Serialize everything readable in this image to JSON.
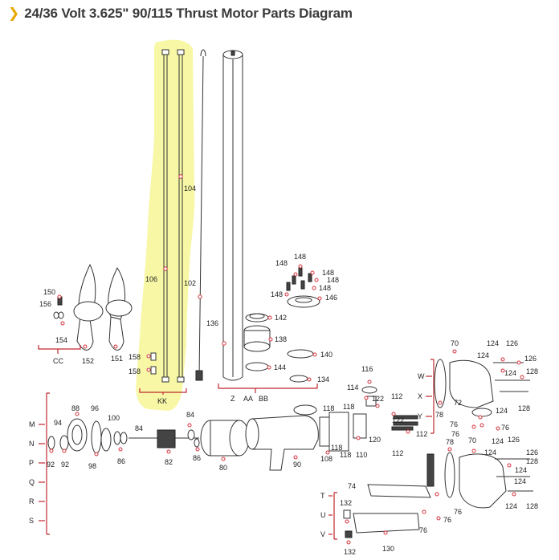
{
  "header": {
    "title": "24/36 Volt 3.625\" 90/115 Thrust Motor Parts Diagram",
    "chevron_icon": "chevron-right-icon",
    "accent_color": "#e8a800"
  },
  "highlight_color": "#f7f7a6",
  "marker_color": "#d6303a",
  "groups": {
    "kk": "KK",
    "z": "Z",
    "aa": "AA",
    "bb": "BB",
    "cc": "CC"
  },
  "row_letters_left": [
    "M",
    "N",
    "P",
    "Q",
    "R",
    "S"
  ],
  "row_letters_right_top": [
    "W",
    "X",
    "Y"
  ],
  "row_letters_right_bottom": [
    "T",
    "U",
    "V"
  ],
  "part_labels": {
    "p104": "104",
    "p106": "106",
    "p102": "102",
    "p136": "136",
    "p158a": "158",
    "p158b": "158",
    "p148a": "148",
    "p148b": "148",
    "p148c": "148",
    "p148d": "148",
    "p148e": "148",
    "p148f": "148",
    "p146": "146",
    "p142": "142",
    "p138": "138",
    "p140": "140",
    "p144": "144",
    "p134": "134",
    "p150": "150",
    "p156": "156",
    "p154": "154",
    "p152": "152",
    "p151": "151",
    "p116": "116",
    "p114": "114",
    "p122": "122",
    "p112a": "112",
    "p112b": "112",
    "p112c": "112",
    "p118a": "118",
    "p118b": "118",
    "p118c": "118",
    "p118d": "118",
    "p120": "120",
    "p110": "110",
    "p108": "108",
    "p88": "88",
    "p96": "96",
    "p94": "94",
    "p100": "100",
    "p84a": "84",
    "p84b": "84",
    "p92a": "92",
    "p92b": "92",
    "p98": "98",
    "p86a": "86",
    "p86b": "86",
    "p82": "82",
    "p80": "80",
    "p90": "90",
    "p70a": "70",
    "p70b": "70",
    "p78a": "78",
    "p78b": "78",
    "p72": "72",
    "p76a": "76",
    "p76b": "76",
    "p76c": "76",
    "p76d": "76",
    "p76e": "76",
    "p124a": "124",
    "p124b": "124",
    "p124c": "124",
    "p124d": "124",
    "p124e": "124",
    "p124f": "124",
    "p126a": "126",
    "p126b": "126",
    "p126c": "126",
    "p126d": "126",
    "p128a": "128",
    "p128b": "128",
    "p128c": "128",
    "p128d": "128",
    "p74": "74",
    "p132a": "132",
    "p132b": "132",
    "p130": "130"
  }
}
